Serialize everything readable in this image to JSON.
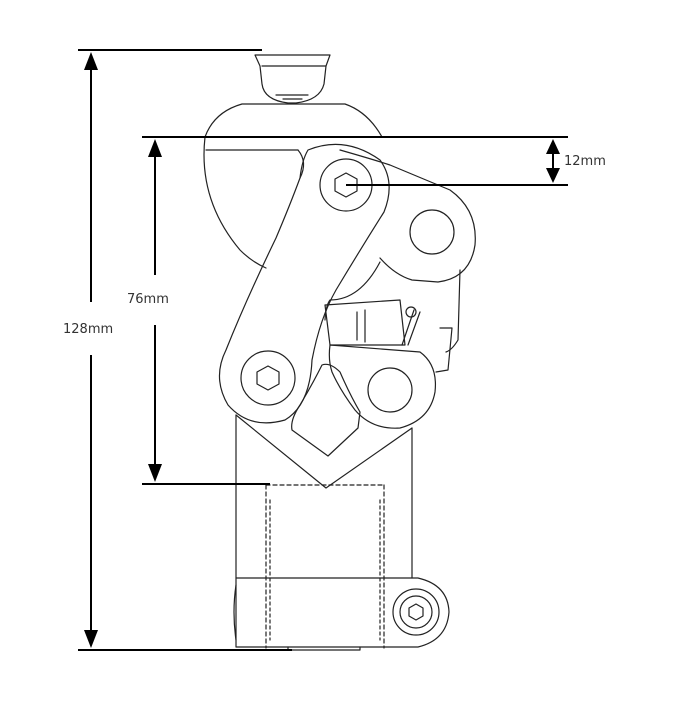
{
  "dimensions": {
    "total_height_label": "128mm",
    "center_height_label": "76mm",
    "offset_label": "12mm"
  },
  "colors": {
    "line": "#111111",
    "text": "#333333"
  }
}
